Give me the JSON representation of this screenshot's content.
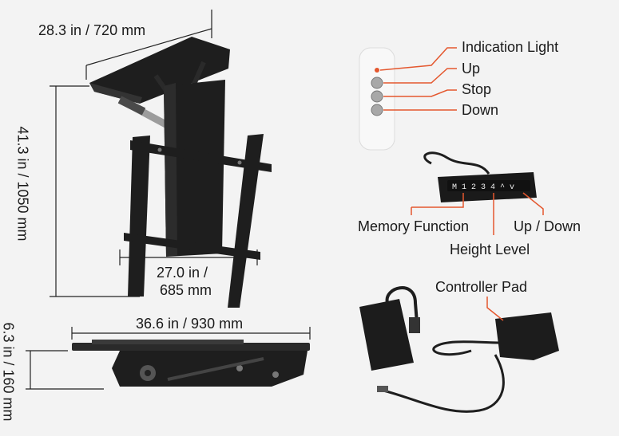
{
  "dimensions": {
    "top_width": "28.3 in / 720 mm",
    "height": "41.3 in / 1050 mm",
    "mount_width_line1": "27.0 in /",
    "mount_width_line2": "685 mm",
    "base_width": "36.6 in / 930 mm",
    "base_height": "6.3 in / 160 mm"
  },
  "remote": {
    "indication_light": "Indication Light",
    "up": "Up",
    "stop": "Stop",
    "down": "Down"
  },
  "keypad": {
    "keys": "M 1 2 3 4 ^ v",
    "memory_function": "Memory Function",
    "height_level": "Height Level",
    "up_down": "Up / Down"
  },
  "power": {
    "controller_pad": "Controller Pad"
  },
  "colors": {
    "pointer": "#e4572e",
    "metal": "#1e1e1e",
    "remote": "#f7f7f7"
  }
}
